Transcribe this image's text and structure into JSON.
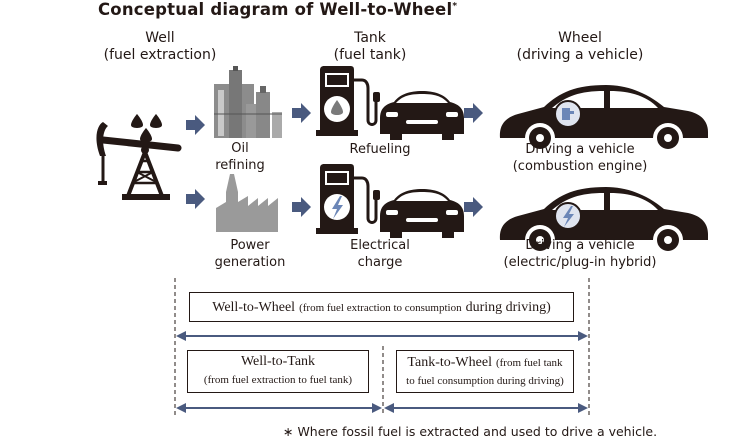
{
  "title": "Conceptual diagram of Well-to-Wheel",
  "title_mark": "*",
  "headers": {
    "well": [
      "Well",
      "(fuel extraction)"
    ],
    "tank": [
      "Tank",
      "(fuel tank)"
    ],
    "wheel": [
      "Wheel",
      "(driving a vehicle)"
    ]
  },
  "row1": {
    "refining": [
      "Oil",
      "refining"
    ],
    "refueling": "Refueling",
    "driving": [
      "Driving a vehicle",
      "(combustion engine)"
    ]
  },
  "row2": {
    "power": [
      "Power",
      "generation"
    ],
    "charge": [
      "Electrical",
      "charge"
    ],
    "driving": [
      "Driving a vehicle",
      "(electric/plug-in hybrid)"
    ]
  },
  "boxes": {
    "wtw_main": "Well-to-Wheel",
    "wtw_small": "(from fuel extraction to consumption",
    "wtw_tail": "during driving)",
    "wtt_line1": "Well-to-Tank",
    "wtt_line2": "(from fuel extraction to fuel tank)",
    "ttw_main": "Tank-to-Wheel",
    "ttw_small1": "(from fuel tank",
    "ttw_line2": "to fuel consumption during driving)"
  },
  "footnote": "∗ Where fossil fuel is extracted and used to drive a vehicle.",
  "colors": {
    "ink": "#231815",
    "arrow": "#4a5a7f",
    "refinery": "#8c8c8c",
    "factory": "#9a9a9a",
    "lightning": "#6b86b7"
  }
}
